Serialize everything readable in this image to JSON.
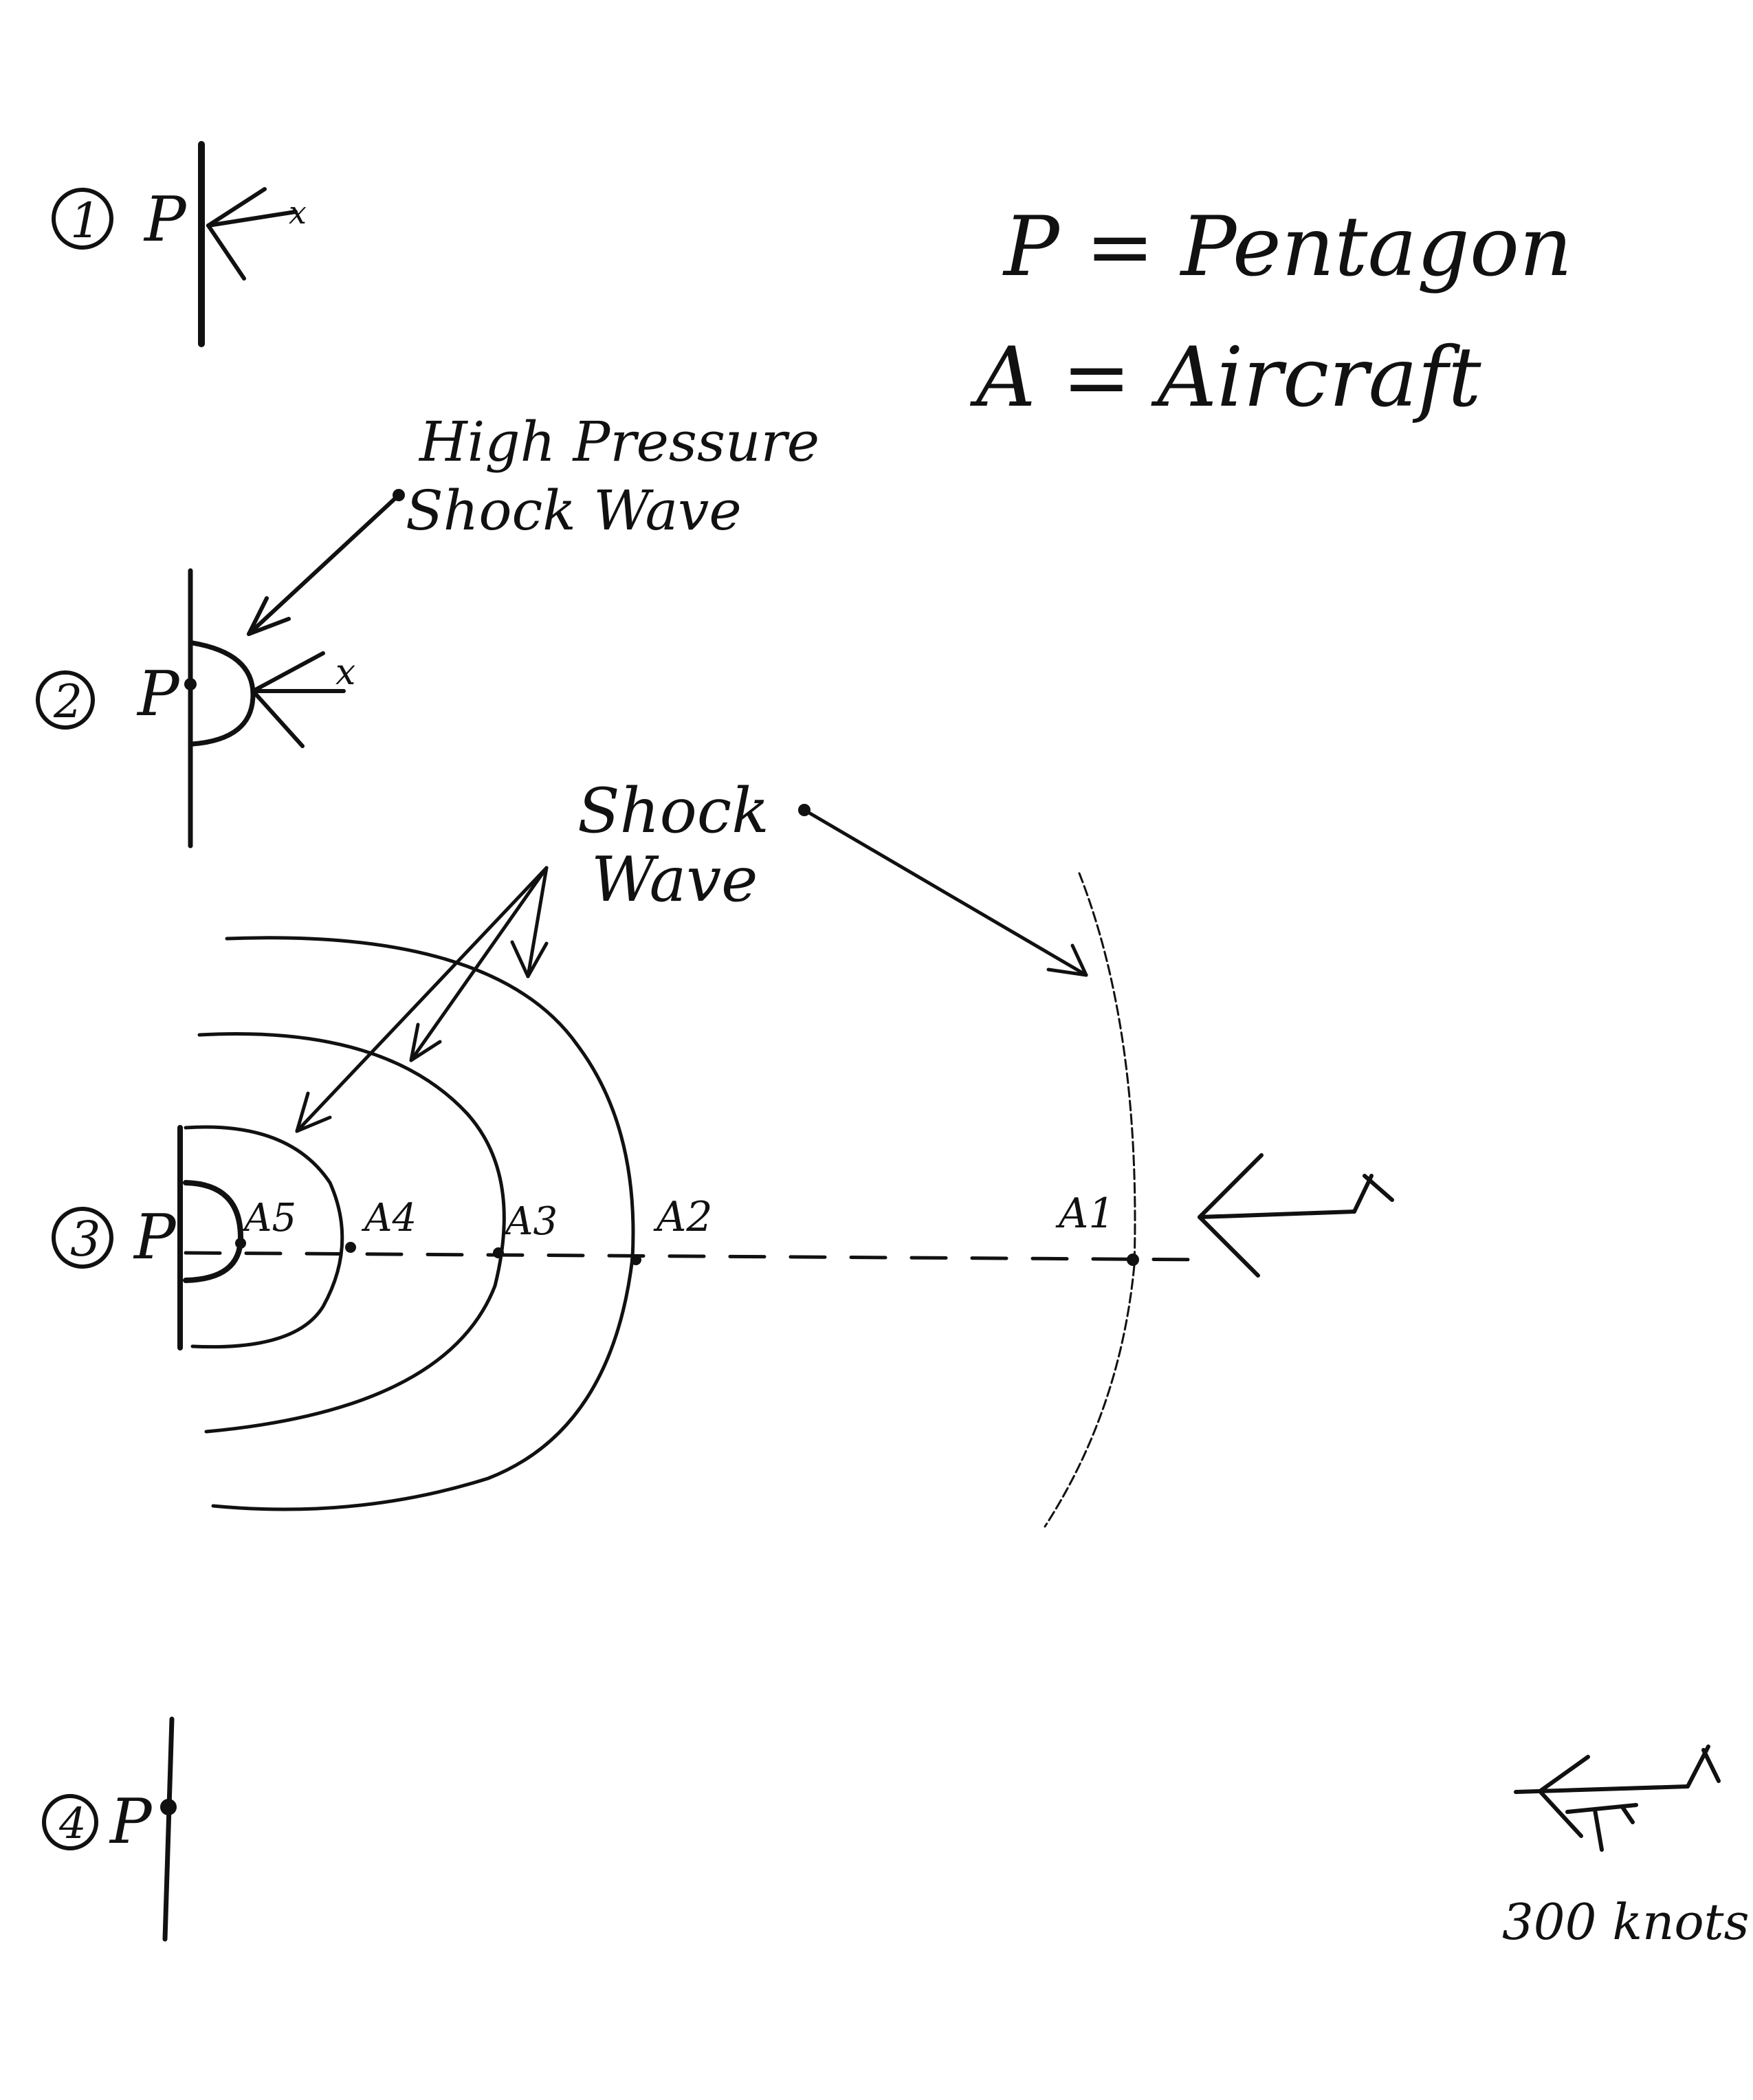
{
  "legend": {
    "line1": "P = Pentagon",
    "line2": "A = Aircraft"
  },
  "panel1": {
    "number": "1",
    "p_label": "P"
  },
  "panel2": {
    "number": "2",
    "p_label": "P",
    "annotation_line1": "High Pressure",
    "annotation_line2": "Shock Wave"
  },
  "panel3": {
    "number": "3",
    "p_label": "P",
    "shock_label_line1": "Shock",
    "shock_label_line2": "Wave",
    "points": [
      "A5",
      "A4",
      "A3",
      "A2",
      "A1"
    ]
  },
  "panel4": {
    "number": "4",
    "p_label": "P"
  },
  "wind": {
    "label": "300 knots"
  },
  "colors": {
    "ink": "#111111",
    "paper": "#ffffff"
  },
  "icons": {
    "aircraft": "aircraft-arrow-icon",
    "wind": "wind-barb-icon"
  }
}
